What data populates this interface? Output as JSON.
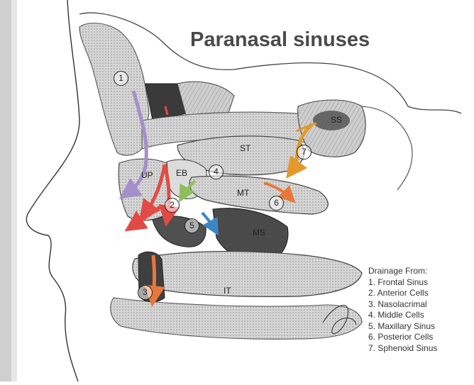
{
  "title": "Paranasal sinuses",
  "structure_labels": {
    "st": "ST",
    "ss": "SS",
    "up": "UP",
    "eb": "EB",
    "mt": "MT",
    "ms": "MS",
    "it": "IT"
  },
  "markers": [
    "1",
    "2",
    "3",
    "4",
    "5",
    "6",
    "7"
  ],
  "legend": {
    "heading": "Drainage From:",
    "items": [
      "1. Frontal Sinus",
      "2. Anterior Cells",
      "3. Nasolacrimal",
      "4. Middle Cells",
      "5. Maxillary Sinus",
      "6. Posterior Cells",
      "7. Sphenoid Sinus"
    ]
  },
  "colors": {
    "frontal": "#a58fc8",
    "anterior": "#e24b45",
    "nasolacrimal": "#e88a3a",
    "middle": "#8fbf5a",
    "maxillary": "#3c86c6",
    "posterior": "#e8783a",
    "sphenoid": "#e39a2a"
  }
}
